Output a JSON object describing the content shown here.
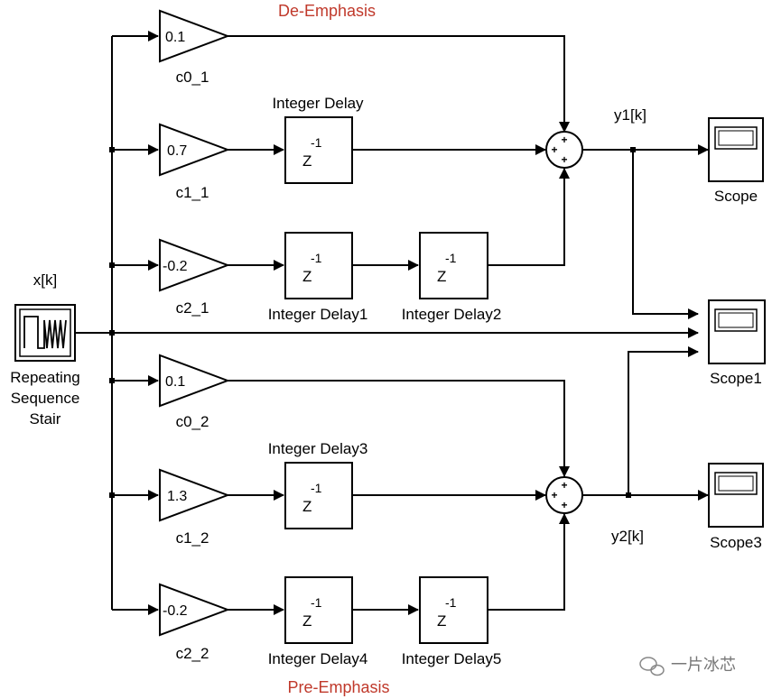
{
  "titles": {
    "top": "De-Emphasis",
    "bottom": "Pre-Emphasis"
  },
  "signals": {
    "input": "x[k]",
    "out1": "y1[k]",
    "out2": "y2[k]"
  },
  "source": {
    "line1": "Repeating",
    "line2": "Sequence",
    "line3": "Stair"
  },
  "gains": [
    {
      "name": "c0_1",
      "value": "0.1"
    },
    {
      "name": "c1_1",
      "value": "0.7"
    },
    {
      "name": "c2_1",
      "value": "-0.2"
    },
    {
      "name": "c0_2",
      "value": "0.1"
    },
    {
      "name": "c1_2",
      "value": "1.3"
    },
    {
      "name": "c2_2",
      "value": "-0.2"
    }
  ],
  "delays": [
    {
      "name": "Integer Delay"
    },
    {
      "name": "Integer Delay1"
    },
    {
      "name": "Integer Delay2"
    },
    {
      "name": "Integer Delay3"
    },
    {
      "name": "Integer Delay4"
    },
    {
      "name": "Integer Delay5"
    }
  ],
  "delay_symbol": {
    "z": "Z",
    "exp": "-1"
  },
  "sum_sign": "+",
  "scopes": [
    {
      "name": "Scope"
    },
    {
      "name": "Scope1"
    },
    {
      "name": "Scope3"
    }
  ],
  "watermark": "一片冰芯",
  "colors": {
    "title": "#c0392b",
    "line": "#000000",
    "watermark": "#777777"
  }
}
